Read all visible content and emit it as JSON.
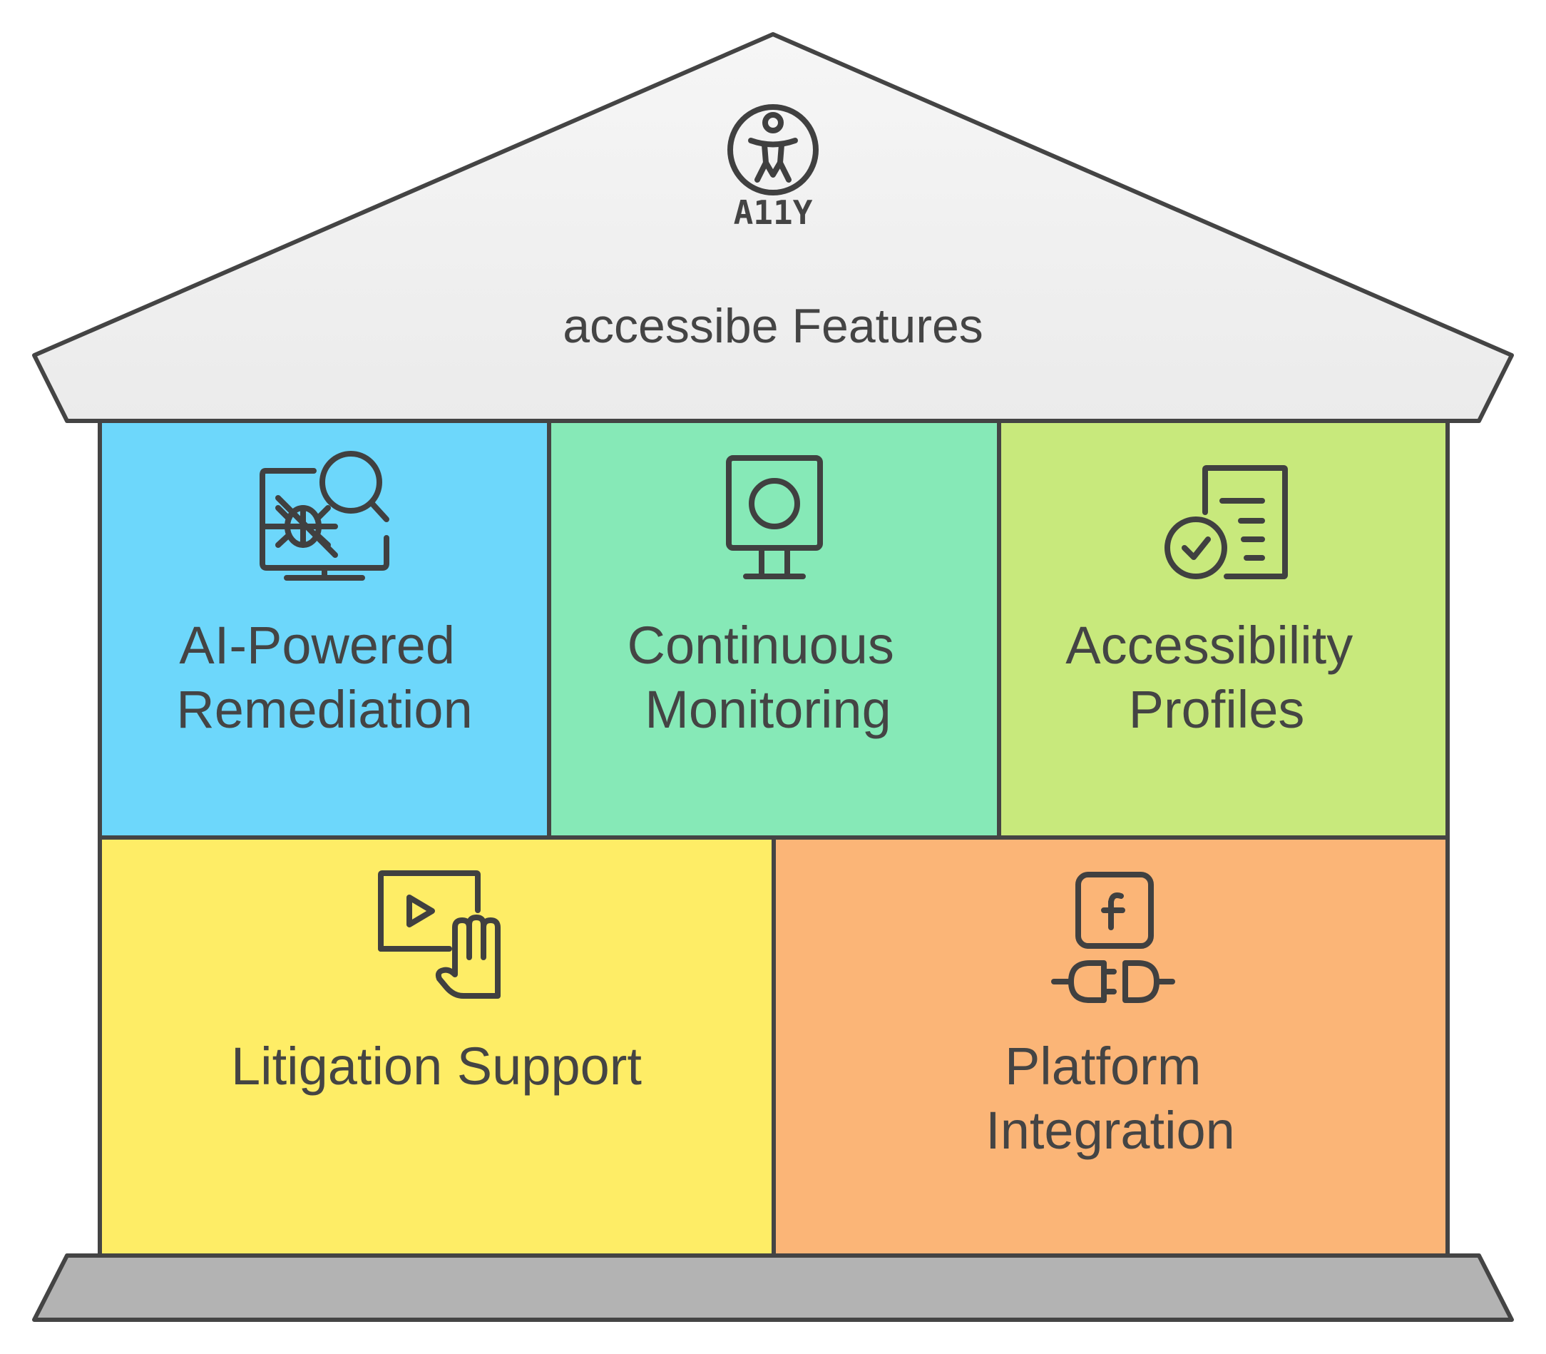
{
  "roof": {
    "title": "accessibe Features",
    "badge": "A11Y",
    "icon": "accessibility-person-icon",
    "fill": "#f3f3f3"
  },
  "features": [
    {
      "label_lines": [
        "AI-Powered",
        "Remediation"
      ],
      "icon": "bug-search-monitor-icon",
      "color": "#6dd7fb"
    },
    {
      "label_lines": [
        "Continuous",
        "Monitoring"
      ],
      "icon": "monitor-icon",
      "color": "#86e9b7"
    },
    {
      "label_lines": [
        "Accessibility",
        "Profiles"
      ],
      "icon": "checked-document-icon",
      "color": "#c8e97c"
    },
    {
      "label_lines": [
        "Litigation Support"
      ],
      "icon": "video-hand-icon",
      "color": "#feed66"
    },
    {
      "label_lines": [
        "Platform",
        "Integration"
      ],
      "icon": "facebook-plug-icon",
      "color": "#fbb577"
    }
  ],
  "base": {
    "fill": "#b3b3b3"
  }
}
